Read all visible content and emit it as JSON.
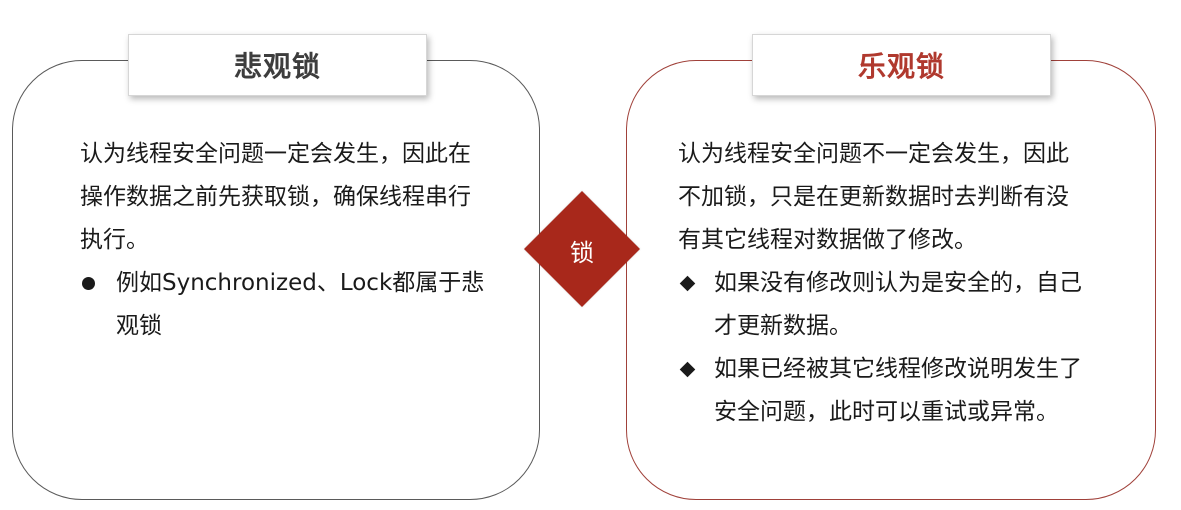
{
  "left": {
    "title": "悲观锁",
    "body": "认为线程安全问题一定会发生，因此在操作数据之前先获取锁，确保线程串行执行。",
    "bullets": [
      "例如Synchronized、Lock都属于悲观锁"
    ]
  },
  "center": {
    "label": "锁"
  },
  "right": {
    "title": "乐观锁",
    "body": "认为线程安全问题不一定会发生，因此不加锁，只是在更新数据时去判断有没有其它线程对数据做了修改。",
    "bullets": [
      "如果没有修改则认为是安全的，自己才更新数据。",
      "如果已经被其它线程修改说明发生了安全问题，此时可以重试或异常。"
    ]
  },
  "colors": {
    "accent_red": "#a8281b",
    "right_title": "#b0392e",
    "left_title": "#3d3d3d"
  }
}
